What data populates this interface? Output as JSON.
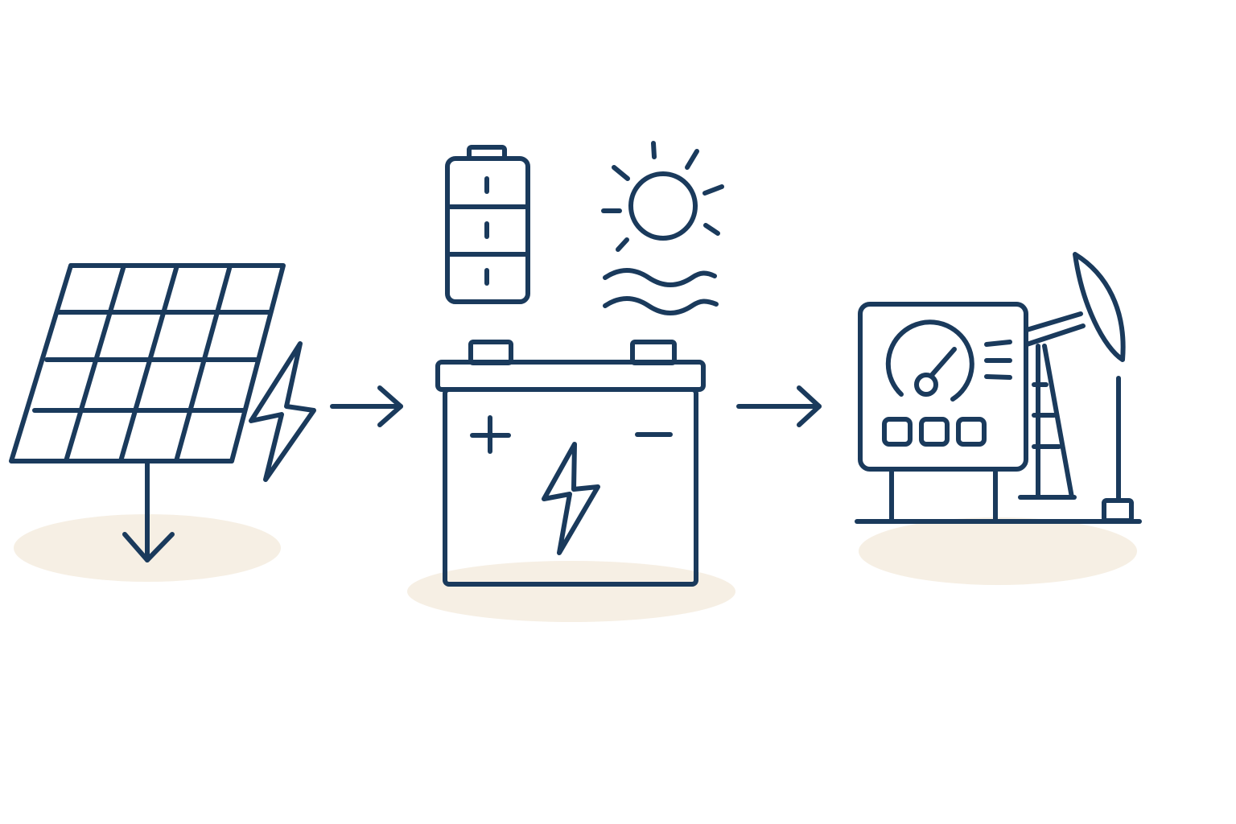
{
  "colors": {
    "outline": "#1a3a5c",
    "panel_fill": "#7aa3cc",
    "accent": "#fcc443",
    "shadow": "#f6efe4",
    "background": "#ffffff"
  },
  "flow": [
    {
      "id": "solar-panel",
      "icon": "solar-panel-icon"
    },
    {
      "id": "battery",
      "icon": "car-battery-icon"
    },
    {
      "id": "power-station",
      "icon": "generator-with-pump-jack-icon"
    }
  ],
  "decorations": {
    "storage": "battery-cell-icon",
    "sun": "sun-icon",
    "waves": "water-waves-icon",
    "bolt": "lightning-bolt-icon"
  }
}
